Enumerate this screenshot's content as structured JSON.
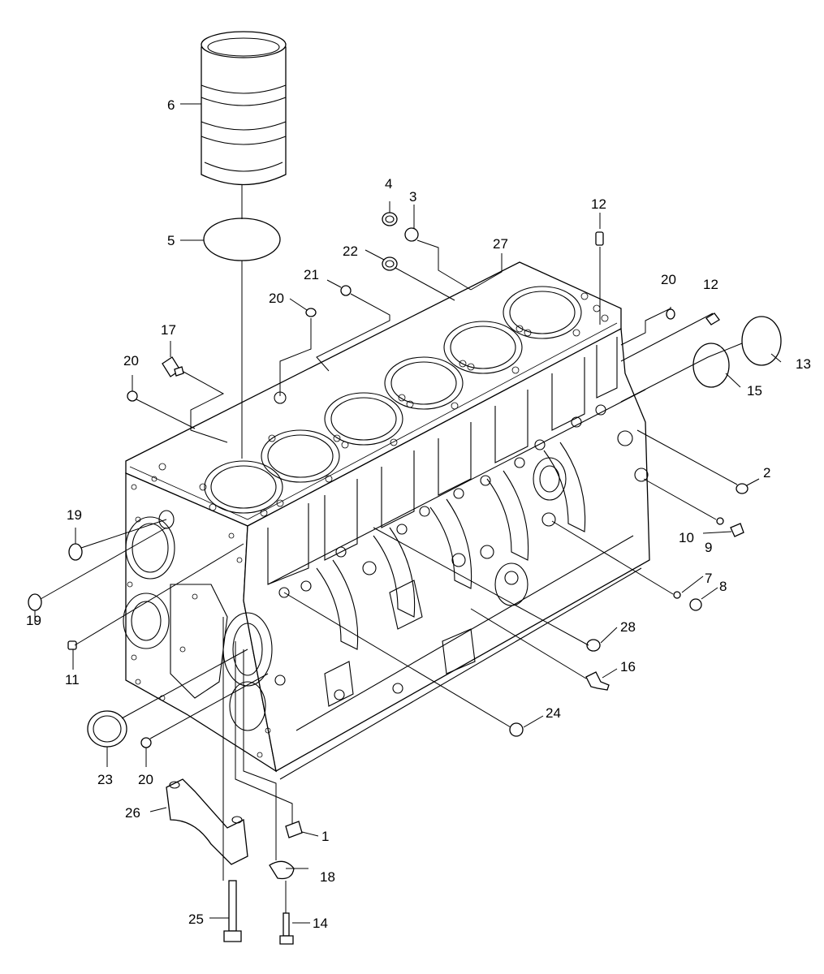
{
  "callouts": [
    {
      "id": "c1",
      "label": "1"
    },
    {
      "id": "c2",
      "label": "2"
    },
    {
      "id": "c3",
      "label": "3"
    },
    {
      "id": "c4",
      "label": "4"
    },
    {
      "id": "c5",
      "label": "5"
    },
    {
      "id": "c6",
      "label": "6"
    },
    {
      "id": "c7",
      "label": "7"
    },
    {
      "id": "c8",
      "label": "8"
    },
    {
      "id": "c9",
      "label": "9"
    },
    {
      "id": "c10",
      "label": "10"
    },
    {
      "id": "c11",
      "label": "11"
    },
    {
      "id": "c12a",
      "label": "12"
    },
    {
      "id": "c12b",
      "label": "12"
    },
    {
      "id": "c13",
      "label": "13"
    },
    {
      "id": "c14",
      "label": "14"
    },
    {
      "id": "c15",
      "label": "15"
    },
    {
      "id": "c16",
      "label": "16"
    },
    {
      "id": "c17",
      "label": "17"
    },
    {
      "id": "c18",
      "label": "18"
    },
    {
      "id": "c19a",
      "label": "19"
    },
    {
      "id": "c19b",
      "label": "19"
    },
    {
      "id": "c20a",
      "label": "20"
    },
    {
      "id": "c20b",
      "label": "20"
    },
    {
      "id": "c20c",
      "label": "20"
    },
    {
      "id": "c20d",
      "label": "20"
    },
    {
      "id": "c21",
      "label": "21"
    },
    {
      "id": "c22",
      "label": "22"
    },
    {
      "id": "c23",
      "label": "23"
    },
    {
      "id": "c24",
      "label": "24"
    },
    {
      "id": "c25",
      "label": "25"
    },
    {
      "id": "c26",
      "label": "26"
    },
    {
      "id": "c27",
      "label": "27"
    },
    {
      "id": "c28",
      "label": "28"
    }
  ]
}
